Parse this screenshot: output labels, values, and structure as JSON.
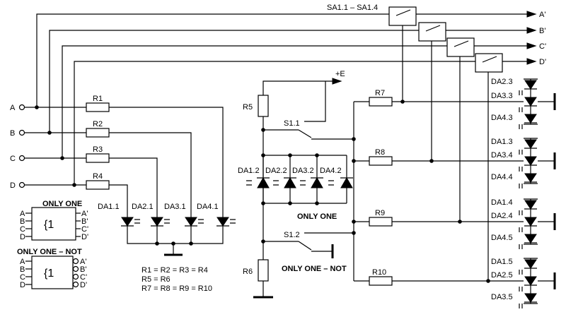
{
  "switch_label": "SA1.1 – SA1.4",
  "outputs": [
    "A'",
    "B'",
    "C'",
    "D'"
  ],
  "inputs": [
    "A",
    "B",
    "C",
    "D"
  ],
  "resistors": [
    "R1",
    "R2",
    "R3",
    "R4",
    "R5",
    "R6",
    "R7",
    "R8",
    "R9",
    "R10"
  ],
  "supply": "+E",
  "switches": [
    "S1.1",
    "S1.2"
  ],
  "leds_bottom": [
    "DA1.1",
    "DA2.1",
    "DA3.1",
    "DA4.1"
  ],
  "leds_middle": [
    "DA1.2",
    "DA2.2",
    "DA3.2",
    "DA4.2"
  ],
  "leds_right": [
    [
      "DA2.3",
      "DA3.3",
      "DA4.3"
    ],
    [
      "DA1.3",
      "DA3.4",
      "DA4.4"
    ],
    [
      "DA1.4",
      "DA2.4",
      "DA4.5"
    ],
    [
      "DA1.5",
      "DA2.5",
      "DA3.5"
    ]
  ],
  "only_one": "ONLY ONE",
  "only_one_not": "ONLY ONE – NOT",
  "gate_symbol": "{1",
  "equations": [
    "R1 = R2 = R3 = R4",
    "R5 = R6",
    "R7 = R8 = R9 = R10"
  ]
}
